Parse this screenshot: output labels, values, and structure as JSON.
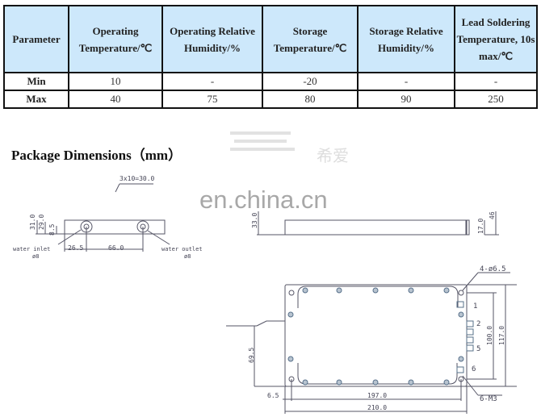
{
  "table": {
    "headers": [
      "Parameter",
      "Operating Temperature/℃",
      "Operating Relative Humidity/%",
      "Storage Temperature/℃",
      "Storage Relative Humidity/%",
      "Lead Soldering Temperature, 10s max/℃"
    ],
    "rows": [
      {
        "label": "Min",
        "values": [
          "10",
          "-",
          "-20",
          "-",
          "-"
        ]
      },
      {
        "label": "Max",
        "values": [
          "40",
          "75",
          "80",
          "90",
          "250"
        ]
      }
    ]
  },
  "section_title": "Package Dimensions（mm）",
  "watermark": "en.china.cn",
  "watermark_cn": "希爱",
  "side_view": {
    "pitch": "3x10=30.0",
    "h1": "31.0",
    "h2": "29.0",
    "h3": "8.5",
    "d1": "26.5",
    "d2": "66.0",
    "inlet": "water inlet",
    "inlet_dia": "ø8",
    "outlet": "water outlet",
    "outlet_dia": "ø8"
  },
  "front_view": {
    "h1": "33.0",
    "h2": "17.0",
    "h3": "46"
  },
  "top_view": {
    "holes": "4-ø6.5",
    "screws": "6-M3",
    "w1": "197.0",
    "w2": "210.0",
    "h1": "100.0",
    "h2": "117.0",
    "off": "6.5",
    "fiber": "69.5",
    "pins": [
      "1",
      "2",
      "5",
      "6"
    ]
  }
}
